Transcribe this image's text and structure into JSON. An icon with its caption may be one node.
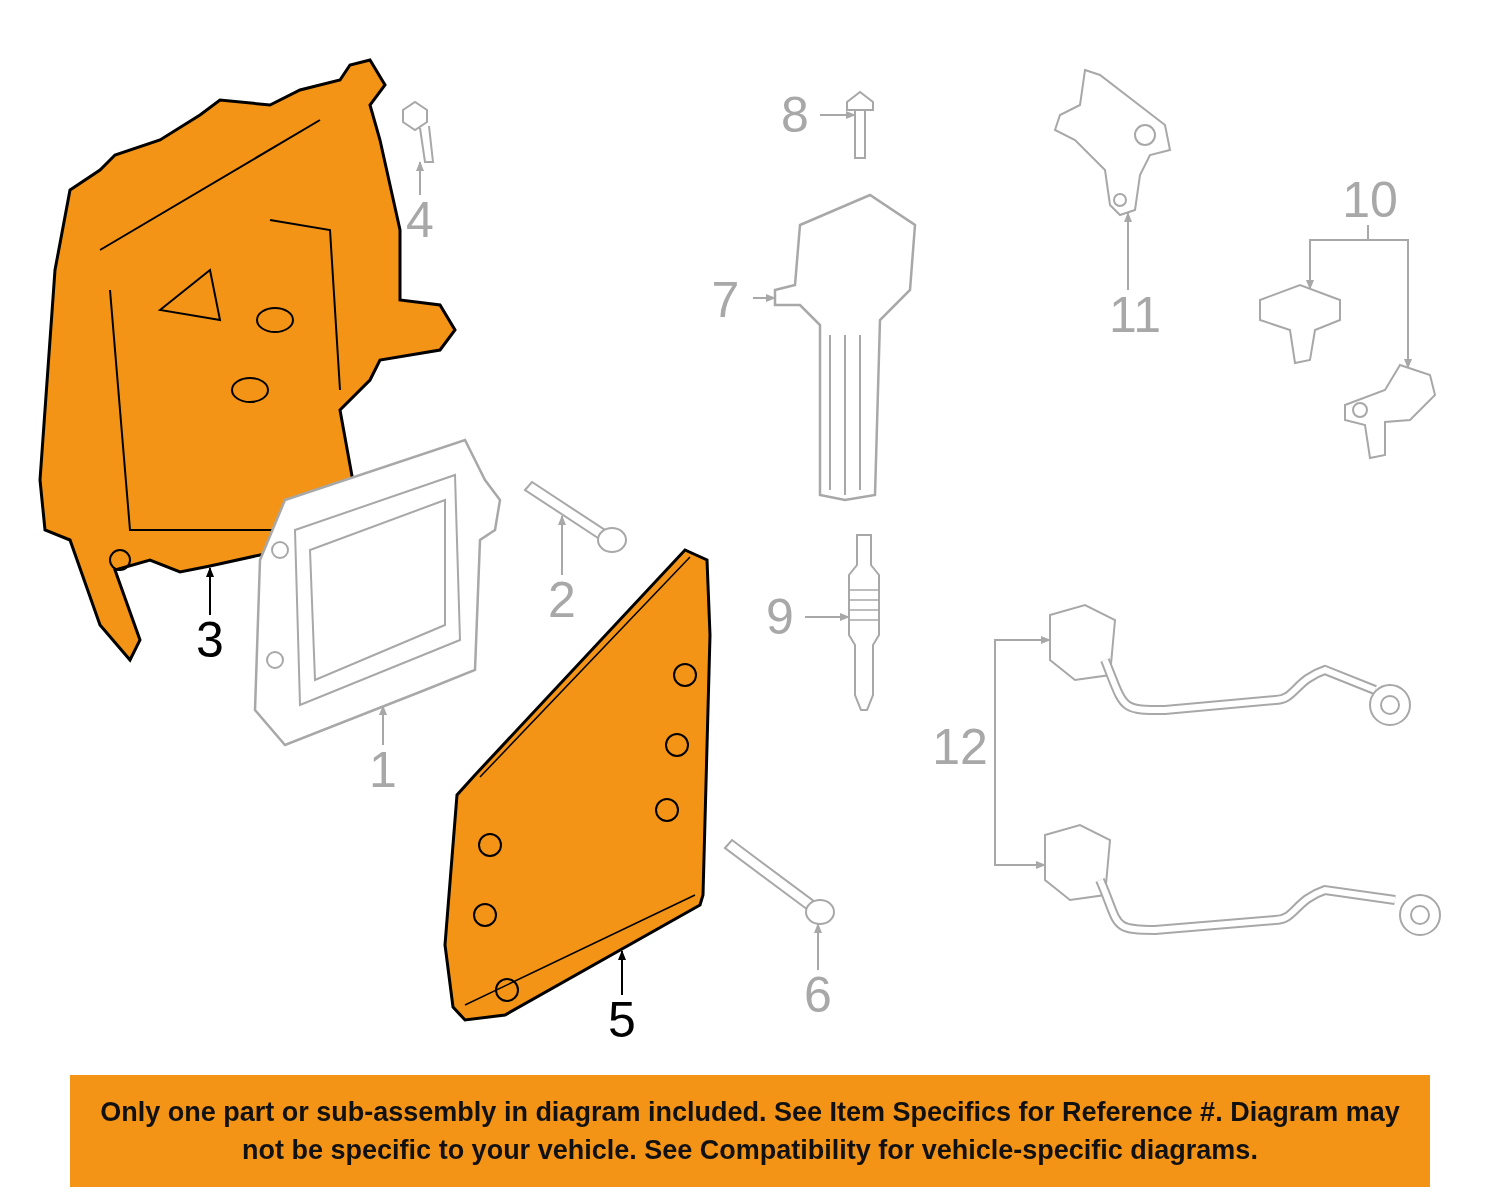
{
  "diagram": {
    "nodes": [
      {
        "text": [],
        "shape": "picture"
      },
      {
        "text": [
          "3"
        ]
      },
      {
        "text": [],
        "shape": "picture"
      },
      {
        "text": [
          "4"
        ]
      },
      {
        "text": [],
        "shape": "picture"
      },
      {
        "text": [
          "1"
        ]
      },
      {
        "text": [],
        "shape": "picture"
      },
      {
        "text": [
          "2"
        ]
      },
      {
        "text": [],
        "shape": "picture"
      },
      {
        "text": [
          "5"
        ]
      },
      {
        "text": [],
        "shape": "picture"
      },
      {
        "text": [
          "8"
        ]
      },
      {
        "text": [],
        "shape": "picture"
      },
      {
        "text": [
          "7"
        ]
      },
      {
        "text": [],
        "shape": "picture"
      },
      {
        "text": [
          "9"
        ]
      },
      {
        "text": [],
        "shape": "picture"
      },
      {
        "text": [
          "6"
        ]
      },
      {
        "text": [],
        "shape": "picture"
      },
      {
        "text": [
          "11"
        ]
      },
      {
        "text": [
          "10"
        ]
      },
      {
        "text": [],
        "shape": "picture"
      },
      {
        "text": [],
        "shape": "picture"
      },
      {
        "text": [
          "12"
        ]
      },
      {
        "text": [],
        "shape": "picture"
      },
      {
        "text": [],
        "shape": "picture"
      },
      {
        "text": [
          "Only one part or sub-assembly in diagram included. See Item Specifics for Reference #. Diagram may not be specific to your vehicle. See Compatibility for vehicle-specific diagrams."
        ]
      }
    ],
    "edges": [
      {
        "from": 1,
        "to": 0,
        "arrow": "to",
        "color": "#000000"
      },
      {
        "from": 3,
        "to": 2,
        "arrow": "to"
      },
      {
        "from": 5,
        "to": 4,
        "arrow": "to"
      },
      {
        "from": 7,
        "to": 6,
        "arrow": "to"
      },
      {
        "from": 9,
        "to": 8,
        "arrow": "to",
        "color": "#000000"
      },
      {
        "from": 11,
        "to": 10,
        "arrow": "to"
      },
      {
        "from": 13,
        "to": 12,
        "arrow": "to"
      },
      {
        "from": 15,
        "to": 14,
        "arrow": "to"
      },
      {
        "from": 17,
        "to": 16,
        "arrow": "to"
      },
      {
        "from": 19,
        "to": 18,
        "arrow": "to"
      },
      {
        "from": 20,
        "to": 21,
        "arrow": "to"
      },
      {
        "from": 20,
        "to": 22,
        "arrow": "to"
      },
      {
        "from": 23,
        "to": 24,
        "arrow": "to"
      },
      {
        "from": 23,
        "to": 25,
        "arrow": "to"
      }
    ]
  }
}
